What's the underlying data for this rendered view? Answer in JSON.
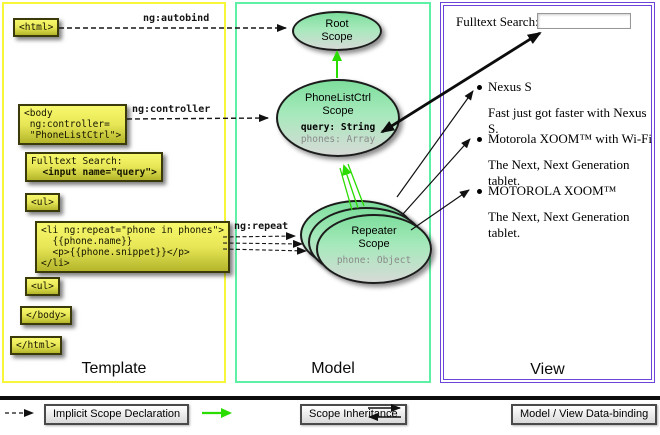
{
  "columns": {
    "template": {
      "label": "Template",
      "boxes": {
        "html_open": "<html>",
        "body_open": "<body\n ng:controller=\n \"PhoneListCtrl\">",
        "fulltext_label": "Fulltext Search:",
        "fulltext_input": "  <input name=\"query\">",
        "ul_open": "<ul>",
        "li_repeat": "<li ng:repeat=\"phone in phones\">\n  {{phone.name}}\n  <p>{{phone.snippet}}</p>\n</li>",
        "ul_close": "<ul>",
        "body_close": "</body>",
        "html_close": "</html>"
      }
    },
    "model": {
      "label": "Model",
      "root_scope": {
        "title": "Root\nScope"
      },
      "phonelist_scope": {
        "title": "PhoneListCtrl\nScope",
        "prop_query": "query: String",
        "prop_phones": "phones: Array"
      },
      "repeater_scope": {
        "title": "Repeater\nScope",
        "prop_phone": "phone: Object"
      }
    },
    "view": {
      "label": "View",
      "search_label": "Fulltext Search:",
      "search_value": "",
      "items": [
        {
          "name": "Nexus S",
          "snippet": "Fast just got faster with Nexus S."
        },
        {
          "name": "Motorola XOOM™ with Wi-Fi",
          "snippet": "The Next, Next Generation tablet."
        },
        {
          "name": "MOTOROLA XOOM™",
          "snippet": "The Next, Next Generation tablet."
        }
      ]
    }
  },
  "arrow_labels": {
    "autobind": "ng:autobind",
    "controller": "ng:controller",
    "repeat": "ng:repeat"
  },
  "legend": {
    "implicit": "Implicit Scope Declaration",
    "inheritance": "Scope Inheritance",
    "databinding": "Model / View Data-binding"
  },
  "colors": {
    "template_border": "#f6f63a",
    "model_border": "#5ef0a5",
    "view_border": "#6b45d9",
    "code_box_fill": "#e6e656",
    "scope_fill_top": "#7ede9d",
    "inheritance_arrow": "#2bdc00"
  }
}
